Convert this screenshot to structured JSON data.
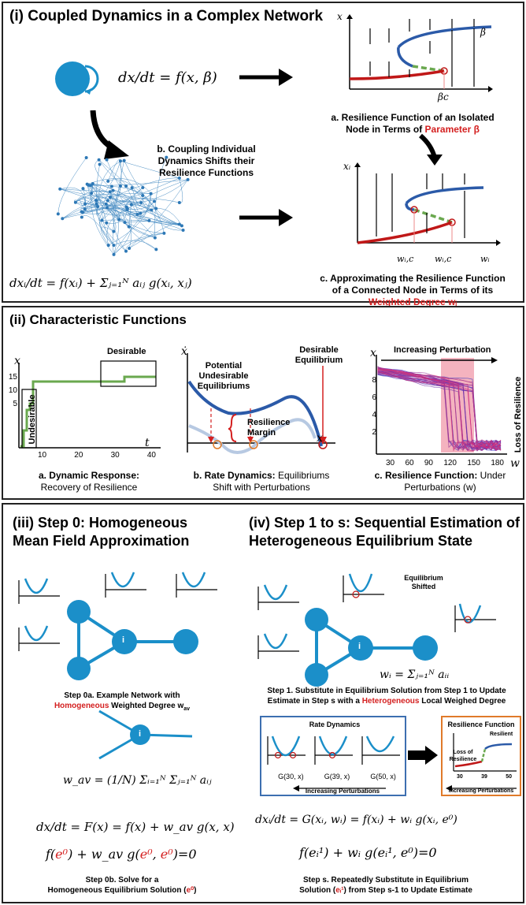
{
  "panel1": {
    "title": "(i) Coupled Dynamics in a Complex Network",
    "isolated_eq": "dx/dt = f(x, β)",
    "network_eq": "dxᵢ/dt = f(xᵢ) + Σⱼ₌₁ᴺ aᵢⱼ g(xᵢ, xⱼ)",
    "coupling_caption": "b. Coupling Individual Dynamics Shifts their Resilience Functions",
    "cap_a_line1": "a. Resilience Function of an Isolated",
    "cap_a_line2": "Node in Terms of",
    "cap_a_red": "Parameter β",
    "cap_c_line1": "c. Approximating the Resilience Function",
    "cap_c_line2": "of a Connected Node in Terms of its",
    "cap_c_red": "Weighted Degree wᵢ",
    "plot_a": {
      "y": "x",
      "x": "β",
      "tick": "βc"
    },
    "plot_c": {
      "y": "xᵢ",
      "x": "wᵢ",
      "tick1": "wᵢ,c",
      "tick2": "wᵢ,c"
    }
  },
  "panel2": {
    "title": "(ii) Characteristic Functions",
    "a": {
      "ylabel": "x",
      "xlabel": "t",
      "yticks": [
        "5",
        "10",
        "15"
      ],
      "xticks": [
        "10",
        "20",
        "30",
        "40"
      ],
      "desirable": "Desirable",
      "undesirable": "Undesirable",
      "cap_bold": "a. Dynamic Response:",
      "cap_rest": "Recovery of Resilience"
    },
    "b": {
      "ylabel": "ẋ",
      "xlabel": "x",
      "undesirable": "Potential Undesirable Equilibriums",
      "desirable": "Desirable Equilibrium",
      "margin": "Resilience Margin",
      "cap_bold": "b. Rate Dynamics:",
      "cap_rest1": " Equilibriums",
      "cap_rest2": "Shift with Perturbations"
    },
    "c": {
      "ylabel": "x",
      "xlabel": "w",
      "perturb": "Increasing Perturbation",
      "loss": "Loss of Resilience",
      "yticks": [
        "2",
        "4",
        "6",
        "8"
      ],
      "xticks": [
        "30",
        "60",
        "90",
        "120",
        "150",
        "180"
      ],
      "cap_bold": "c. Resilience Function:",
      "cap_rest1": " Under",
      "cap_rest2": "Perturbations (w)"
    }
  },
  "panel3": {
    "title_line1": "(iii) Step 0: Homogeneous",
    "title_line2": "Mean Field Approximation",
    "node_label": "i",
    "step0a_line1": "Step 0a. Example Network with",
    "step0a_red": "Homogeneous",
    "step0a_rest": " Weighted Degree w",
    "step0a_sub": "av",
    "wav_eq": "w_av = (1/N) Σᵢ₌₁ᴺ Σⱼ₌₁ᴺ aᵢⱼ",
    "eq1": "dx/dt = F(x) = f(x) + w_av g(x, x)",
    "eq2_a": "f(",
    "eq2_red1": "e⁰",
    "eq2_b": ") + w_av g(",
    "eq2_red2": "e⁰",
    "eq2_c": ", ",
    "eq2_red3": "e⁰",
    "eq2_d": ")=0",
    "step0b_line1": "Step 0b. Solve for a",
    "step0b_line2": "Homogeneous Equilibrium Solution (",
    "step0b_red": "e⁰",
    "step0b_end": ")"
  },
  "panel4": {
    "title_line1": "(iv) Step 1 to s: Sequential Estimation of",
    "title_line2": "Heterogeneous Equilibrium State",
    "shifted": "Equilibrium Shifted",
    "wi_eq": "wᵢ = Σⱼ₌₁ᴺ aᵢᵢ",
    "step1_line1": "Step 1. Substitute in Equilibrium Solution from Step 1 to Update",
    "step1_line2a": "Estimate in Step s with a ",
    "step1_red": "Heterogeneous",
    "step1_line2b": " Local Weighed Degree",
    "rate_title": "Rate Dynamics",
    "rate_labels": [
      "G(30, x)",
      "G(39, x)",
      "G(50, x)"
    ],
    "rate_arrow": "Increasing Perturbations",
    "res_title": "Resilience Function",
    "res_loss": "Loss of Resilience",
    "res_resilient": "Resilient",
    "res_ticks": [
      "30",
      "39",
      "50"
    ],
    "res_arrow": "Increasing Perturbations",
    "eq1": "dxᵢ/dt = G(xᵢ, wᵢ) = f(xᵢ) + wᵢ g(xᵢ, e⁰)",
    "eq2": "f(eᵢ¹) + wᵢ g(eᵢ¹, e⁰)=0",
    "steps_line1": "Step s. Repeatedly Substitute in Equilibrium",
    "steps_line2a": "Solution (",
    "steps_red": "eᵢ¹",
    "steps_line2b": ") from Step s-1 to Update Estimate"
  },
  "colors": {
    "node": "#1b8fc9",
    "blue": "#2b5aa8",
    "red": "#c01818",
    "green": "#6aa84f",
    "orange": "#e07a2a",
    "boxblue": "#3d6fb0"
  }
}
